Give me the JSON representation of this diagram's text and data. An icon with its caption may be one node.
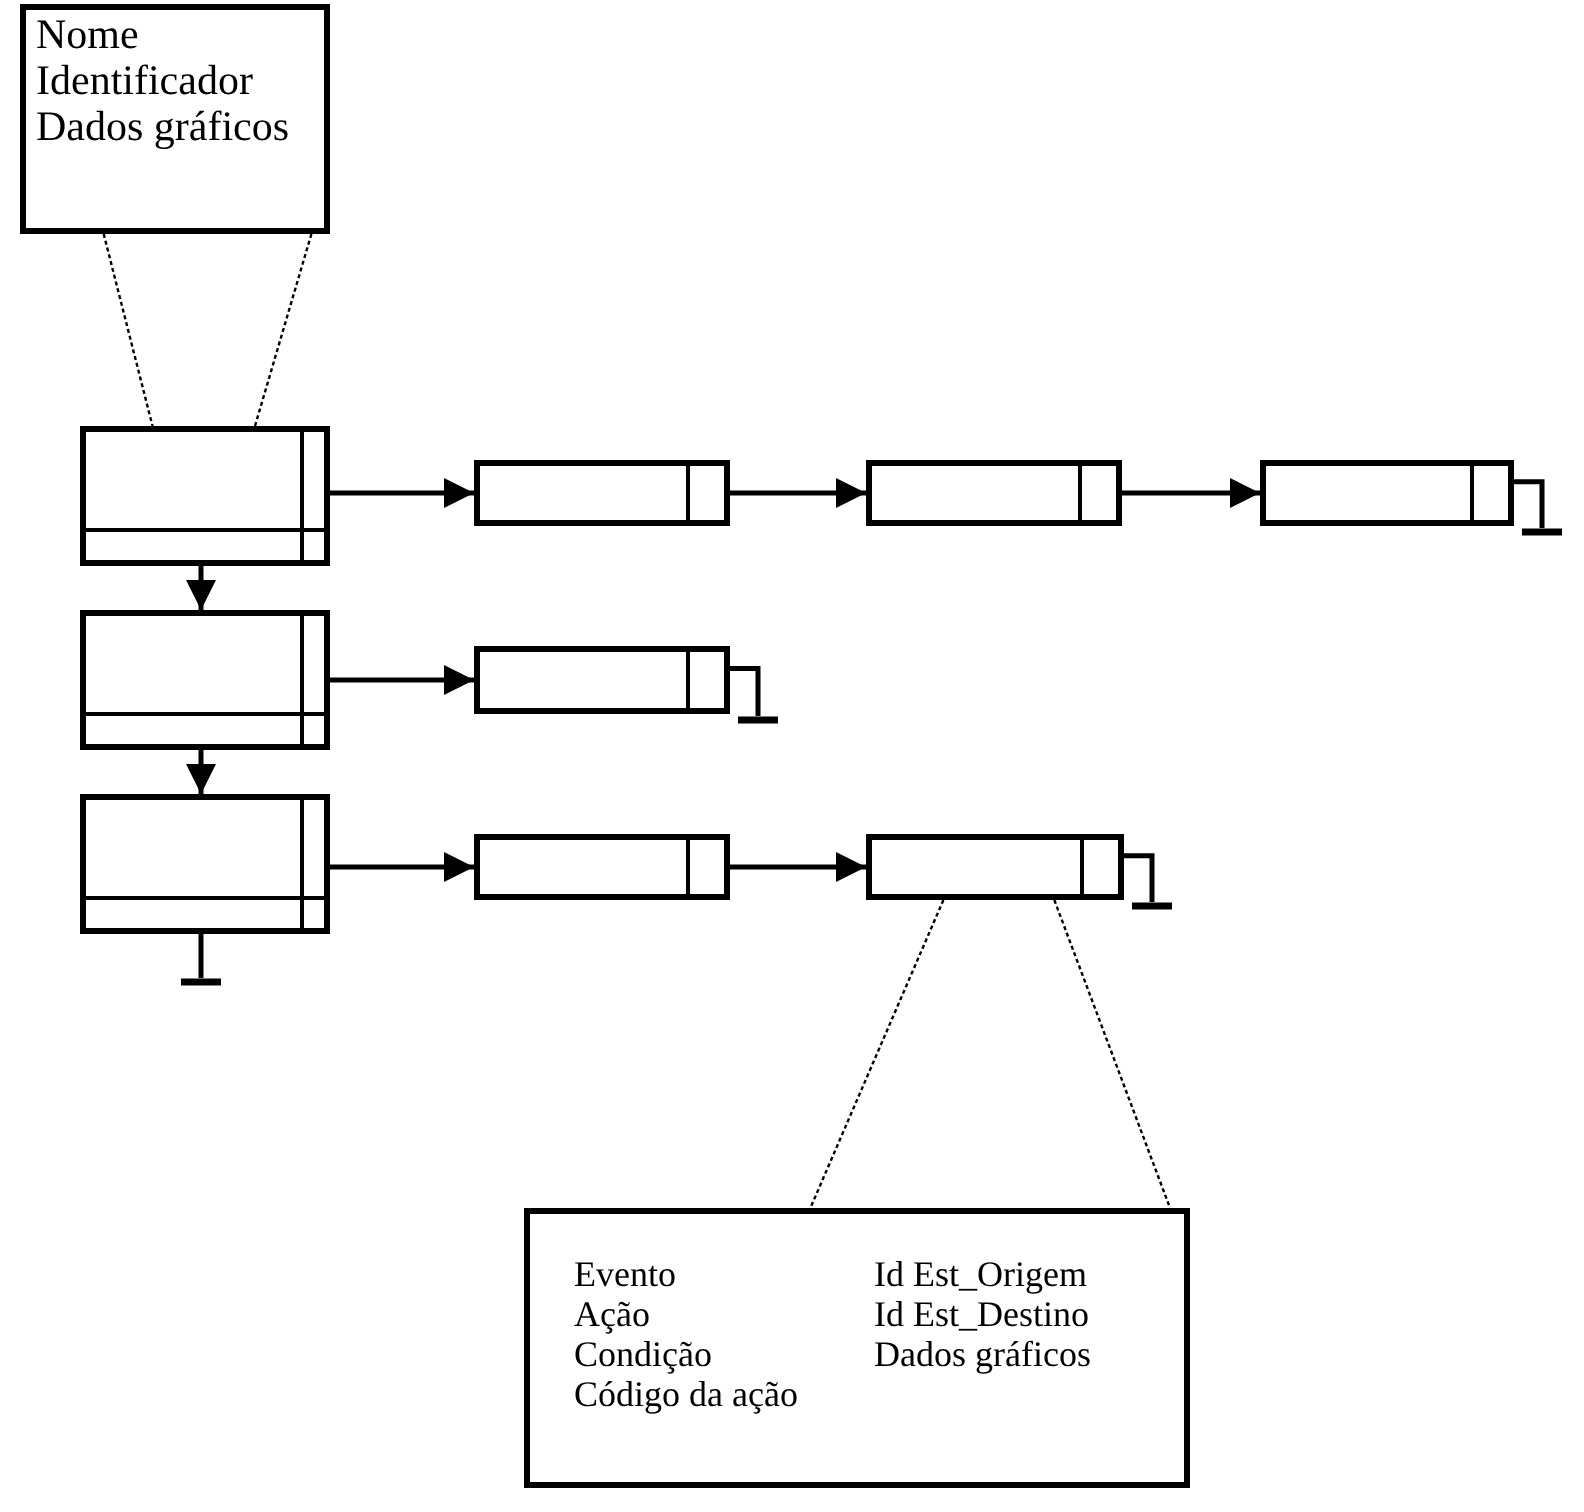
{
  "diagram": {
    "nodes": [
      {
        "text": [
          "Nome",
          "Identificador",
          "Dados gráficos"
        ]
      },
      {
        "text": [],
        "shape": "box"
      },
      {
        "text": [],
        "shape": "box"
      },
      {
        "text": [],
        "shape": "box"
      },
      {
        "text": [],
        "shape": "box"
      },
      {
        "text": [],
        "shape": "box"
      },
      {
        "text": [],
        "shape": "box"
      },
      {
        "text": [],
        "shape": "box"
      },
      {
        "text": [],
        "shape": "box"
      },
      {
        "text": [],
        "shape": "box"
      },
      {
        "text": [
          "Evento",
          "Id Est_Origem",
          "Ação",
          "Id Est_Destino",
          "Condição",
          "Dados gráficos",
          "Código da ação"
        ]
      }
    ],
    "edges": [
      {
        "from": 1,
        "to": 2,
        "arrow": "to"
      },
      {
        "from": 2,
        "to": 3,
        "arrow": "to"
      },
      {
        "from": 3,
        "to": 4,
        "arrow": "to"
      },
      {
        "from": 1,
        "to": 5,
        "arrow": "to"
      },
      {
        "from": 5,
        "to": 6,
        "arrow": "to"
      },
      {
        "from": 5,
        "to": 7,
        "arrow": "to"
      },
      {
        "from": 7,
        "to": 8,
        "arrow": "to"
      },
      {
        "from": 8,
        "to": 9,
        "arrow": "to"
      },
      {
        "from": 0,
        "to": 1,
        "arrow": "none",
        "style": "dashed"
      },
      {
        "from": 0,
        "to": 1,
        "arrow": "none",
        "style": "dashed"
      },
      {
        "from": 9,
        "to": 10,
        "arrow": "none",
        "style": "dashed"
      },
      {
        "from": 9,
        "to": 10,
        "arrow": "none",
        "style": "dashed"
      }
    ]
  }
}
